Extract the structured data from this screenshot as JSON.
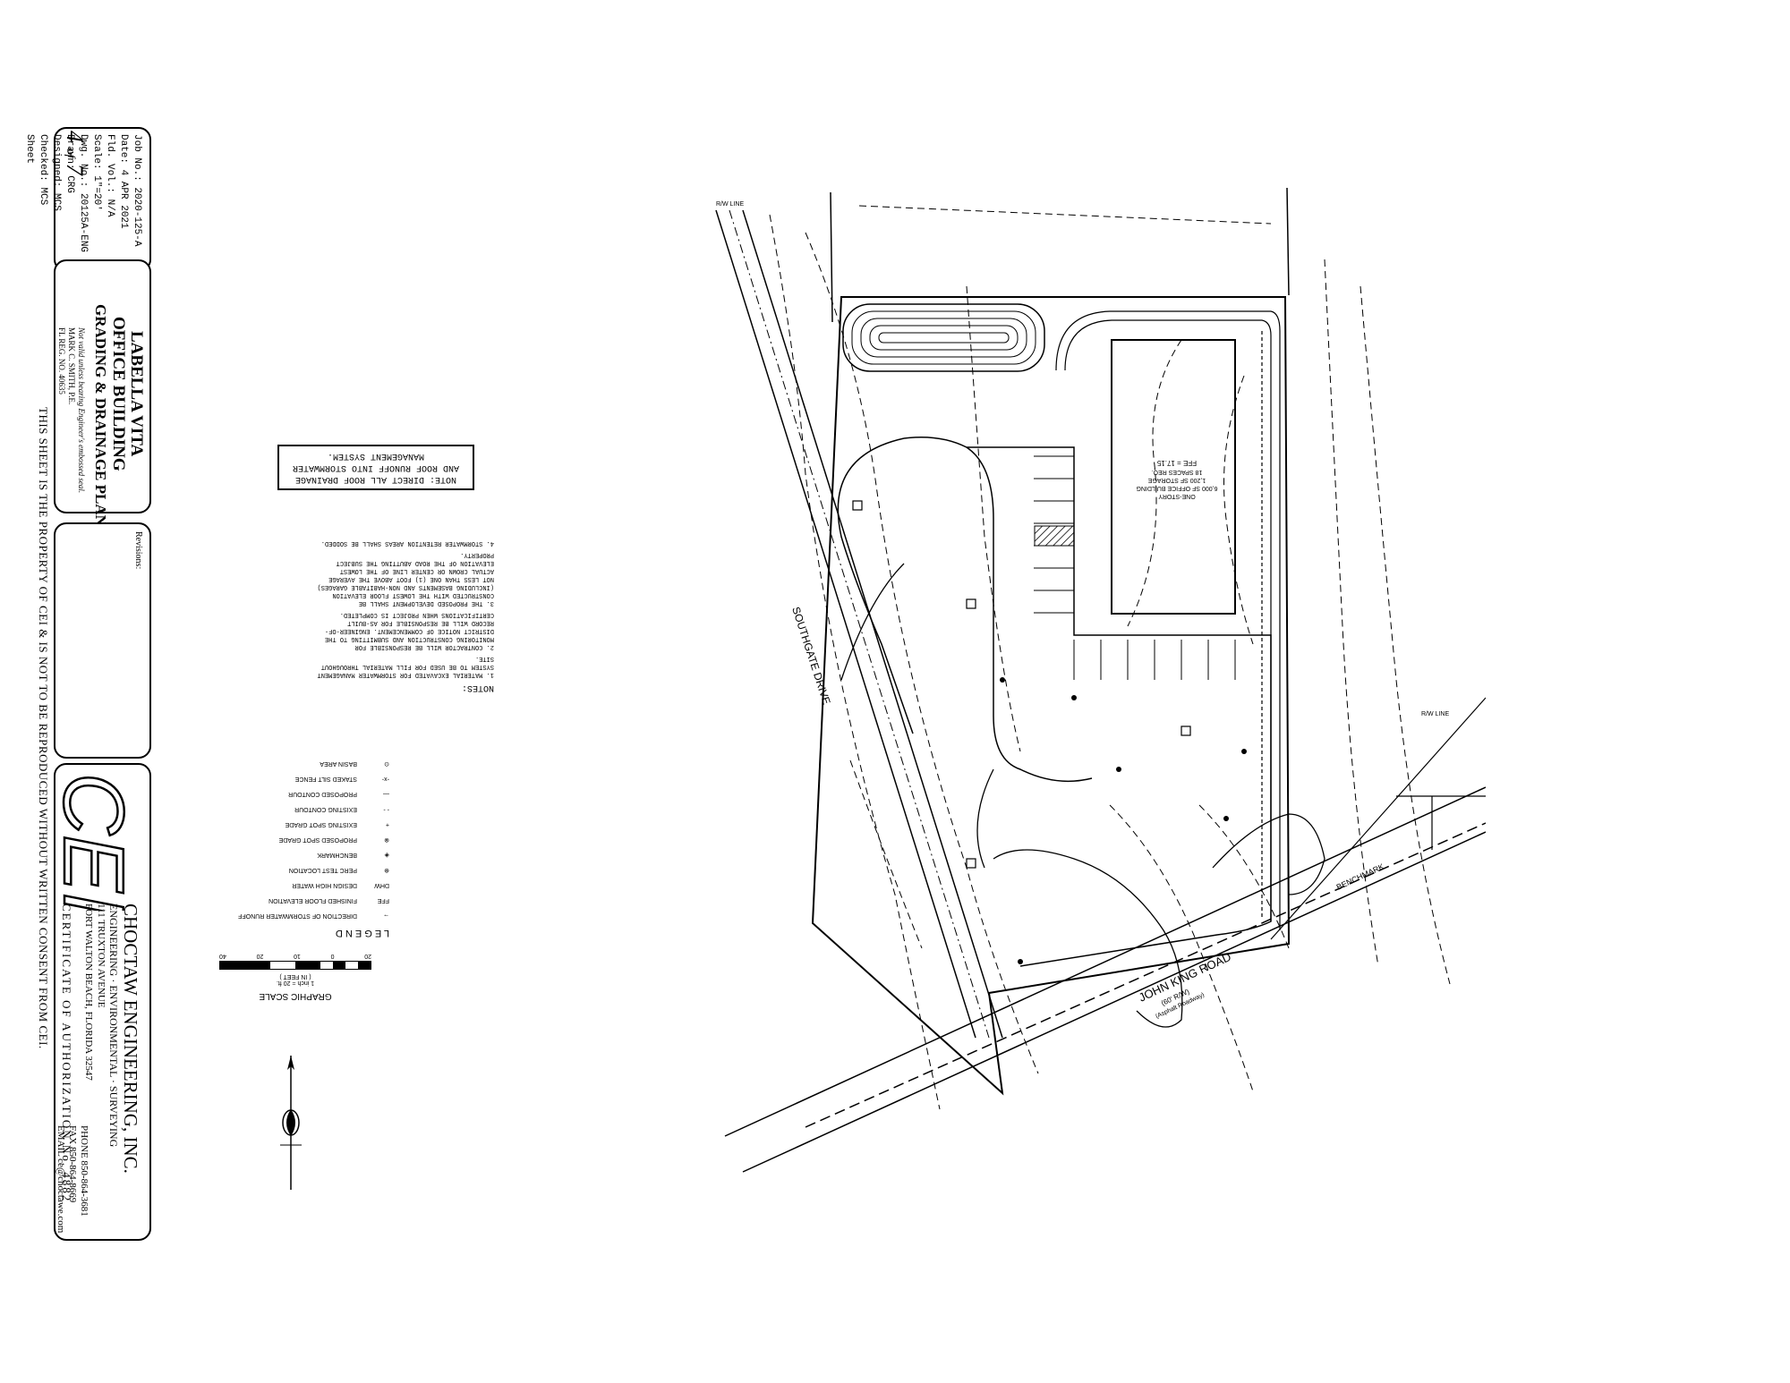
{
  "title_block": {
    "sheet_info": {
      "job_no": "Job No.: 2020-125-A",
      "date": "Date: 4 APR 2021",
      "fld_vol": "Fld. Vol.: N/A",
      "scale": "Scale: 1\"=20'",
      "dwg_no": "Dwg. No.: 20125A-ENG",
      "drawn": "Drawn: CRG",
      "designed": "Designed: MCS",
      "checked": "Checked: MCS",
      "sheet_label": "Sheet",
      "sheet_number": "4",
      "sheet_of": "of",
      "sheet_total": "7"
    },
    "project": {
      "line1": "LABELLA VITA",
      "line2": "OFFICE BUILDING",
      "line3": "GRADING & DRAINAGE PLAN",
      "seal_note": "Not valid unless bearing Engineer's embossed seal.",
      "engineer": "MARK C. SMITH, P.E.",
      "reg_no": "FL REG. NO. 40635"
    },
    "revisions_label": "Revisions:",
    "company": {
      "logo": "CEI",
      "name": "CHOCTAW ENGINEERING, INC.",
      "services": "ENGINEERING · ENVIRONMENTAL · SURVEYING",
      "address1": "111 TRUXTON AVENUE",
      "address2": "FORT WALTON BEACH, FLORIDA 32547",
      "phone": "PHONE 850-864-3681",
      "fax": "FAX 850-864-8669",
      "email": "EMAIL ce@choctawe.com",
      "certificate": "CERTIFICATE OF AUTHORIZATION No. 4882"
    },
    "property_notice": "THIS SHEET IS THE PROPERTY OF CEI & IS NOT TO BE REPRODUCED WITHOUT WRITTEN CONSENT FROM CEI."
  },
  "roof_note": {
    "line1": "NOTE: DIRECT ALL ROOF DRAINAGE",
    "line2": "AND ROOF RUNOFF INTO STORMWATER",
    "line3": "MANAGEMENT SYSTEM."
  },
  "notes": {
    "heading": "NOTES:",
    "items": [
      "1. MATERIAL EXCAVATED FOR STORMWATER MANAGEMENT SYSTEM TO BE USED FOR FILL MATERIAL THROUGHOUT SITE.",
      "2. CONTRACTOR WILL BE RESPONSIBLE FOR MONITORING CONSTRUCTION AND SUBMITTING TO THE DISTRICT NOTICE OF COMMENCEMENT. ENGINEER-OF-RECORD WILL BE RESPONSIBLE FOR AS-BUILT CERTIFICATIONS WHEN PROJECT IS COMPLETED.",
      "3. THE PROPOSED DEVELOPMENT SHALL BE CONSTRUCTED WITH THE LOWEST FLOOR ELEVATION (INCLUDING BASEMENTS AND NON-HABITABLE GARAGES) NOT LESS THAN ONE (1) FOOT ABOVE THE AVERAGE ACTUAL CROWN OR CENTER LINE OF THE LOWEST ELEVATION OF THE ROAD ABUTTING THE SUBJECT PROPERTY.",
      "4. STORMWATER RETENTION AREAS SHALL BE SODDED."
    ]
  },
  "legend": {
    "heading": "L E G E N D",
    "items": [
      {
        "symbol": "→",
        "label": "DIRECTION OF STORMWATER RUNOFF"
      },
      {
        "symbol": "FFE",
        "label": "FINISHED FLOOR ELEVATION"
      },
      {
        "symbol": "DHW",
        "label": "DESIGN HIGH WATER"
      },
      {
        "symbol": "⊕",
        "label": "PERC TEST LOCATION"
      },
      {
        "symbol": "◈",
        "label": "BENCHMARK"
      },
      {
        "symbol": "⊗",
        "label": "PROPOSED SPOT GRADE"
      },
      {
        "symbol": "+",
        "label": "EXISTING SPOT GRADE"
      },
      {
        "symbol": "- -",
        "label": "EXISTING CONTOUR"
      },
      {
        "symbol": "—",
        "label": "PROPOSED CONTOUR"
      },
      {
        "symbol": "-x-",
        "label": "STAKED SILT FENCE"
      },
      {
        "symbol": "⊙",
        "label": "BASIN AREA"
      }
    ]
  },
  "graphic_scale": {
    "heading": "GRAPHIC SCALE",
    "unit": "( IN FEET )",
    "ratio": "1 inch = 20 ft.",
    "ticks": [
      "20",
      "0",
      "10",
      "20",
      "40"
    ]
  },
  "plan": {
    "building_label_1": "ONE-STORY",
    "building_label_2": "6,000 SF OFFICE BUILDING",
    "building_label_3": "1,200 SF STORAGE",
    "building_label_4": "18 SPACES REQ.",
    "building_ffe": "FFE = 17.15",
    "road_name": "JOHN KING ROAD",
    "road_row": "(60' R/W)",
    "road_sub": "(Asphalt Roadway)",
    "southgate_drive": "SOUTHGATE DRIVE",
    "benchmark": "BENCHMARK",
    "rw_label_top": "R/W LINE",
    "rw_label_right": "R/W LINE"
  },
  "colors": {
    "ink": "#000000",
    "paper": "#ffffff",
    "hatch": "#444444"
  }
}
